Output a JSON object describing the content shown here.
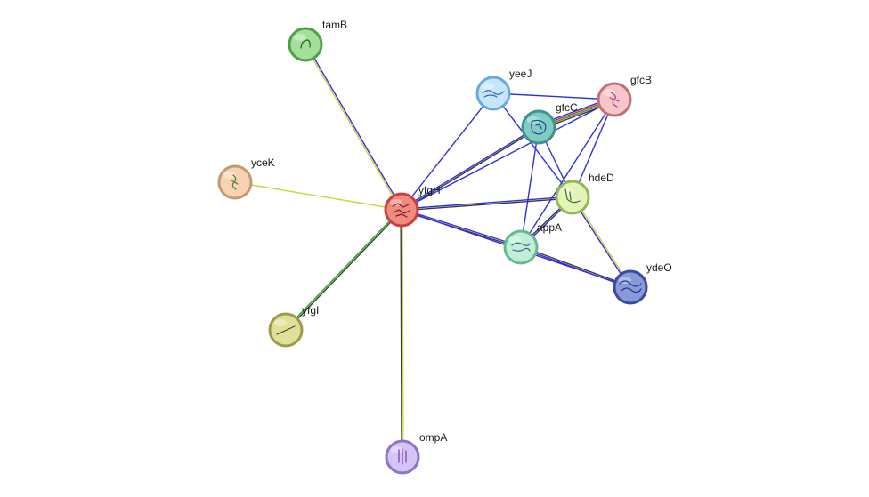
{
  "network": {
    "nodes": [
      {
        "id": "yfgH",
        "label": "yfgH",
        "fill": "#f08b80",
        "ring": "#c8403c",
        "glyph": "#7a1d1a",
        "center": true
      },
      {
        "id": "tamB",
        "label": "tamB",
        "fill": "#a3e09a",
        "ring": "#4fa048",
        "glyph": "#2b5a28"
      },
      {
        "id": "yceK",
        "label": "yceK",
        "fill": "#f7d3b3",
        "ring": "#c49a72",
        "glyph": "#4d7a3a"
      },
      {
        "id": "yfgI",
        "label": "yfgI",
        "fill": "#e0e09a",
        "ring": "#9c9c48",
        "glyph": "#4a4a20"
      },
      {
        "id": "ompA",
        "label": "ompA",
        "fill": "#d5c4f6",
        "ring": "#8c74c8",
        "glyph": "#7a3ab4"
      },
      {
        "id": "yeeJ",
        "label": "yeeJ",
        "fill": "#c6e6fb",
        "ring": "#6aaad8",
        "glyph": "#3a6ab0"
      },
      {
        "id": "gfcC",
        "label": "gfcC",
        "fill": "#7fcdc4",
        "ring": "#3e948a",
        "glyph": "#2a4a8a"
      },
      {
        "id": "gfcB",
        "label": "gfcB",
        "fill": "#f6c6ca",
        "ring": "#c27078",
        "glyph": "#b03a8a"
      },
      {
        "id": "hdeD",
        "label": "hdeD",
        "fill": "#e4f4b6",
        "ring": "#94b858",
        "glyph": "#3a6a4a"
      },
      {
        "id": "appA",
        "label": "appA",
        "fill": "#c0eed6",
        "ring": "#68b890",
        "glyph": "#3a6a8a"
      },
      {
        "id": "ydeO",
        "label": "ydeO",
        "fill": "#8a9ad8",
        "ring": "#3c4c9c",
        "glyph": "#1a3a8a"
      }
    ],
    "edges": [
      {
        "source": "yfgH",
        "target": "tamB",
        "colors": [
          "#c8d63c",
          "#3030d8"
        ]
      },
      {
        "source": "yfgH",
        "target": "yceK",
        "colors": [
          "#c8d63c"
        ]
      },
      {
        "source": "yfgH",
        "target": "yfgI",
        "colors": [
          "#3a3a3a",
          "#28a028"
        ]
      },
      {
        "source": "yfgH",
        "target": "ompA",
        "colors": [
          "#c8d63c",
          "#3a3a3a"
        ]
      },
      {
        "source": "yfgH",
        "target": "yeeJ",
        "colors": [
          "#3030d8"
        ]
      },
      {
        "source": "yfgH",
        "target": "gfcC",
        "colors": [
          "#3030d8",
          "#3a3a3a"
        ]
      },
      {
        "source": "yfgH",
        "target": "gfcB",
        "colors": [
          "#3030d8"
        ]
      },
      {
        "source": "yfgH",
        "target": "hdeD",
        "colors": [
          "#3030d8",
          "#3a3a3a"
        ]
      },
      {
        "source": "yfgH",
        "target": "appA",
        "colors": [
          "#3030d8",
          "#3a3a3a"
        ]
      },
      {
        "source": "yfgH",
        "target": "ydeO",
        "colors": [
          "#3030d8"
        ]
      },
      {
        "source": "yeeJ",
        "target": "gfcB",
        "colors": [
          "#3030d8"
        ]
      },
      {
        "source": "yeeJ",
        "target": "hdeD",
        "colors": [
          "#3030d8"
        ]
      },
      {
        "source": "gfcC",
        "target": "gfcB",
        "colors": [
          "#3030d8",
          "#d83030",
          "#28a028",
          "#3a3a3a"
        ]
      },
      {
        "source": "gfcC",
        "target": "appA",
        "colors": [
          "#3030d8"
        ]
      },
      {
        "source": "gfcC",
        "target": "hdeD",
        "colors": [
          "#3030d8"
        ]
      },
      {
        "source": "gfcB",
        "target": "hdeD",
        "colors": [
          "#3030d8"
        ]
      },
      {
        "source": "gfcB",
        "target": "appA",
        "colors": [
          "#3030d8"
        ]
      },
      {
        "source": "hdeD",
        "target": "appA",
        "colors": [
          "#3030d8",
          "#3a3a3a"
        ]
      },
      {
        "source": "hdeD",
        "target": "ydeO",
        "colors": [
          "#c8d63c",
          "#3030d8"
        ]
      },
      {
        "source": "appA",
        "target": "ydeO",
        "colors": [
          "#3a3a3a",
          "#3030d8"
        ]
      }
    ]
  }
}
